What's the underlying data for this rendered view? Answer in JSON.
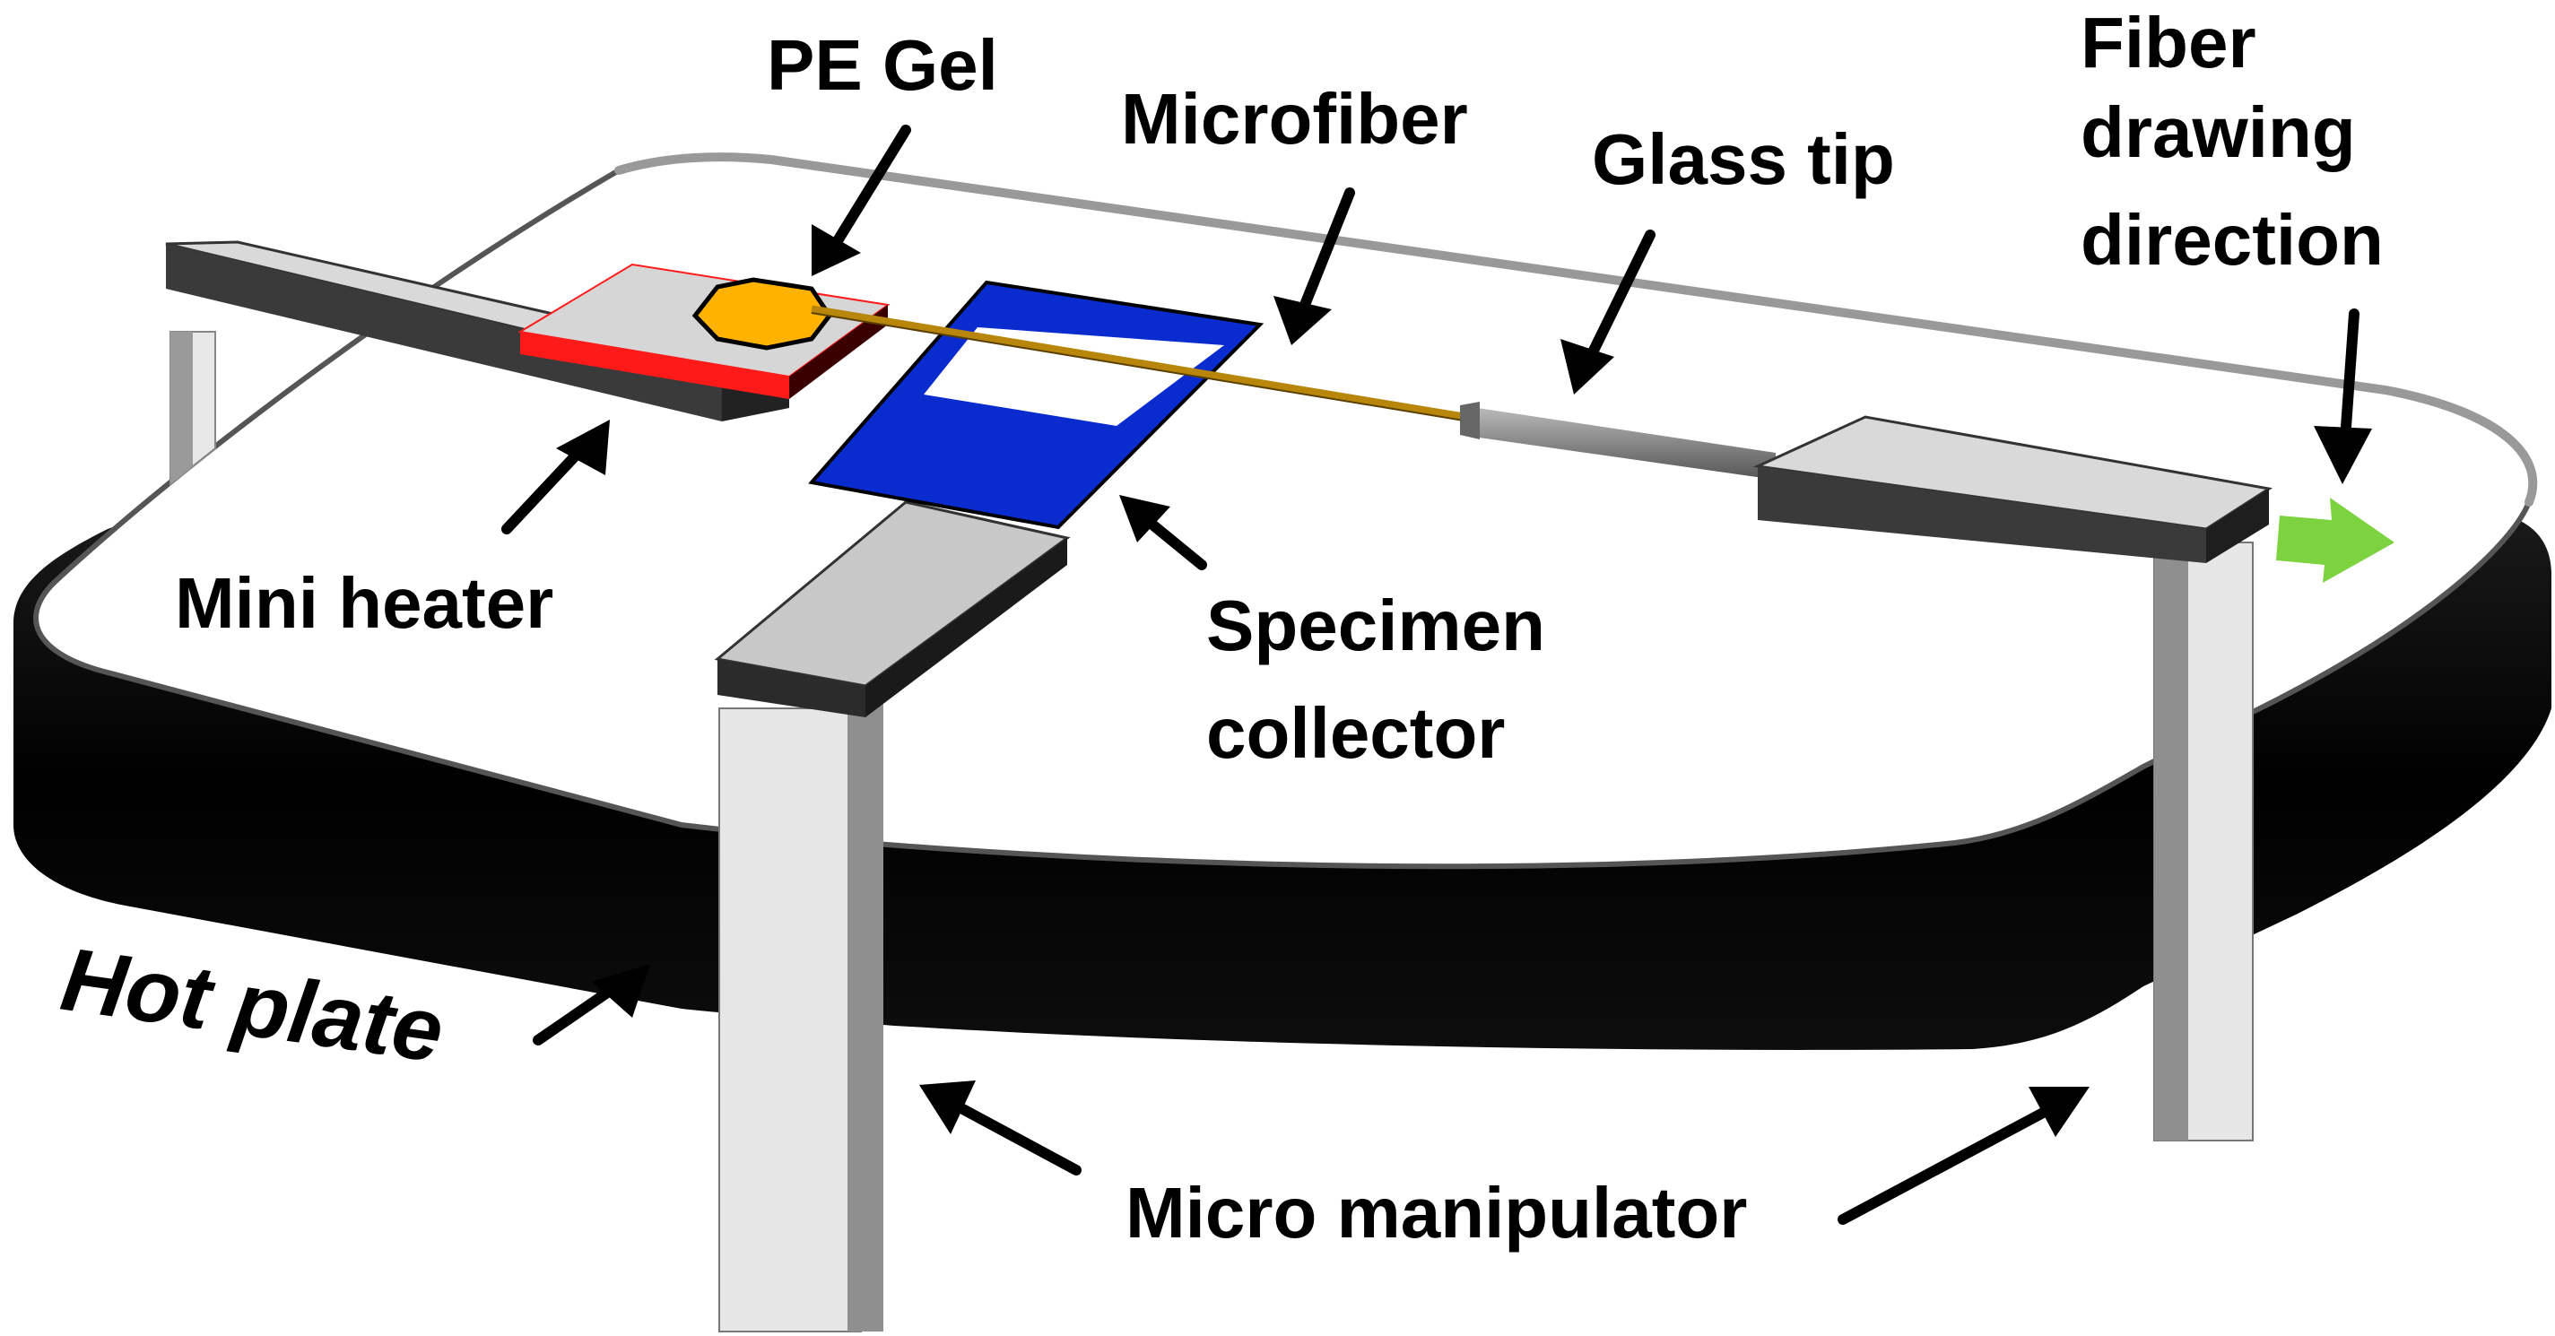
{
  "labels": {
    "pe_gel": "PE Gel",
    "microfiber": "Microfiber",
    "glass_tip": "Glass tip",
    "fiber_drawing_line1": "Fiber",
    "fiber_drawing_line2": "drawing",
    "fiber_drawing_line3": "direction",
    "mini_heater": "Mini heater",
    "specimen_collector_line1": "Specimen",
    "specimen_collector_line2": "collector",
    "hot_plate": "Hot plate",
    "micro_manipulator": "Micro manipulator"
  },
  "colors": {
    "hot_plate_top": "#ffffff",
    "hot_plate_side": "#000000",
    "heater_red": "#ff1a1a",
    "pe_gel": "#ffb300",
    "collector_blue": "#0a2ccf",
    "fiber": "#b8860b",
    "drawing_arrow": "#7dd23f"
  }
}
